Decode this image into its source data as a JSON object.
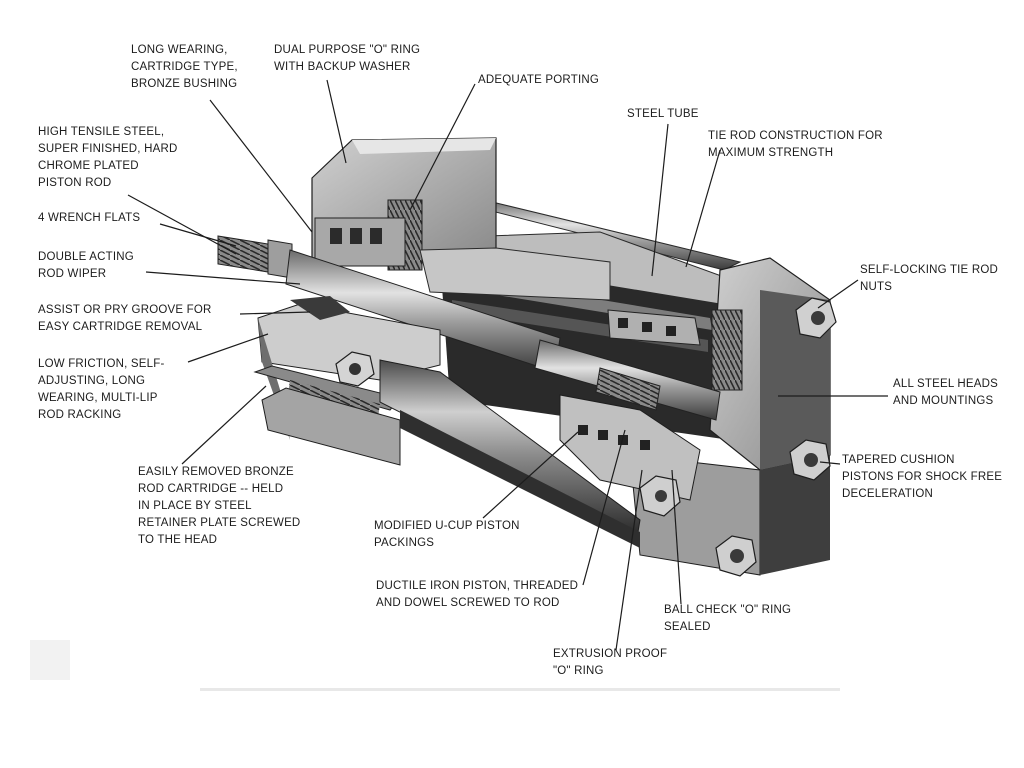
{
  "diagram": {
    "callouts": {
      "bushing": "LONG WEARING,\nCARTRIDGE TYPE,\nBRONZE BUSHING",
      "o_ring_washer": "DUAL PURPOSE \"O\" RING\nWITH BACKUP WASHER",
      "porting": "ADEQUATE PORTING",
      "steel_tube": "STEEL TUBE",
      "tie_rod": "TIE ROD CONSTRUCTION FOR\nMAXIMUM STRENGTH",
      "piston_rod": "HIGH TENSILE STEEL,\nSUPER FINISHED, HARD\nCHROME PLATED\nPISTON ROD",
      "wrench_flats": "4 WRENCH FLATS",
      "rod_wiper": "DOUBLE ACTING\nROD WIPER",
      "pry_groove": "ASSIST OR PRY GROOVE FOR\nEASY CARTRIDGE REMOVAL",
      "rod_packing": "LOW FRICTION, SELF-\nADJUSTING, LONG\nWEARING, MULTI-LIP\nROD RACKING",
      "rod_cartridge": "EASILY REMOVED BRONZE\nROD CARTRIDGE -- HELD\nIN PLACE BY STEEL\nRETAINER PLATE SCREWED\nTO THE HEAD",
      "u_cup": "MODIFIED U-CUP PISTON\nPACKINGS",
      "iron_piston": "DUCTILE IRON PISTON, THREADED\nAND DOWEL SCREWED TO ROD",
      "extrusion_o_ring": "EXTRUSION PROOF\n\"O\" RING",
      "ball_check": "BALL CHECK \"O\" RING\nSEALED",
      "tie_rod_nuts": "SELF-LOCKING TIE ROD\nNUTS",
      "steel_heads": "ALL STEEL HEADS\nAND MOUNTINGS",
      "cushion": "TAPERED CUSHION\nPISTONS FOR SHOCK FREE\nDECELERATION"
    }
  },
  "colors": {
    "ink": "#1c1c1c",
    "metal_dark": "#3a3a3a",
    "metal_mid": "#7a7a7a",
    "metal_light": "#b8b8b8",
    "metal_highlight": "#dcdcdc"
  },
  "icons": [
    "hydraulic-cylinder-cutaway"
  ]
}
